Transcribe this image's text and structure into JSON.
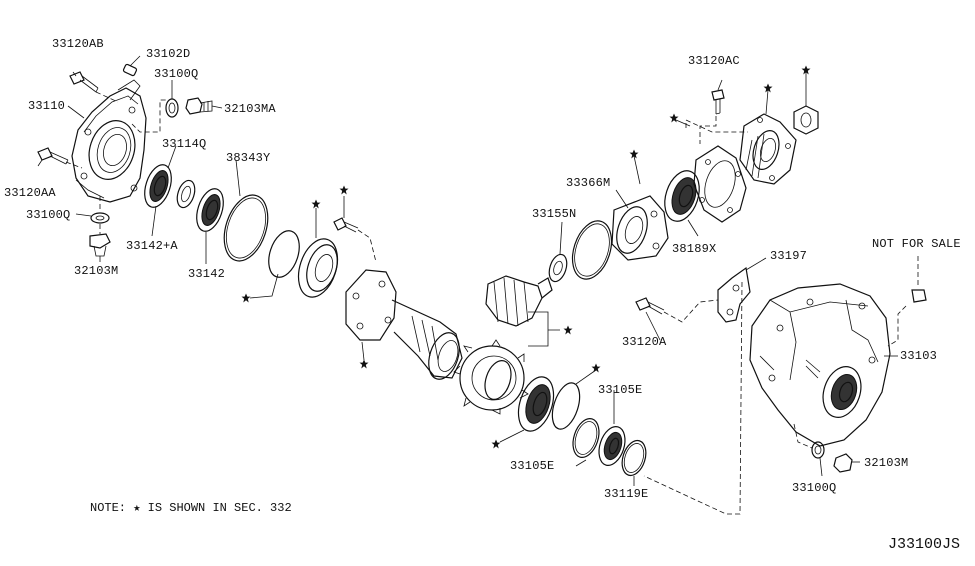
{
  "labels": {
    "p33120AB": "33120AB",
    "p33102D": "33102D",
    "p33100Q_top": "33100Q",
    "p32103MA": "32103MA",
    "p33110": "33110",
    "p33114Q": "33114Q",
    "p38343Y": "38343Y",
    "p33120AA": "33120AA",
    "p33100Q_left": "33100Q",
    "p33142A": "33142+A",
    "p33142": "33142",
    "p32103M_left": "32103M",
    "p33120AC": "33120AC",
    "p33366M": "33366M",
    "p33155N": "33155N",
    "p38189X": "38189X",
    "p33197": "33197",
    "not_for_sale": "NOT FOR SALE",
    "p33120A": "33120A",
    "p33103": "33103",
    "p33105E_right": "33105E",
    "p33105E_left": "33105E",
    "p33119E": "33119E",
    "p32103M_right": "32103M",
    "p33100Q_bottom": "33100Q"
  },
  "note": "NOTE: ★ IS SHOWN IN SEC. 332",
  "diagram_code": "J33100JS"
}
